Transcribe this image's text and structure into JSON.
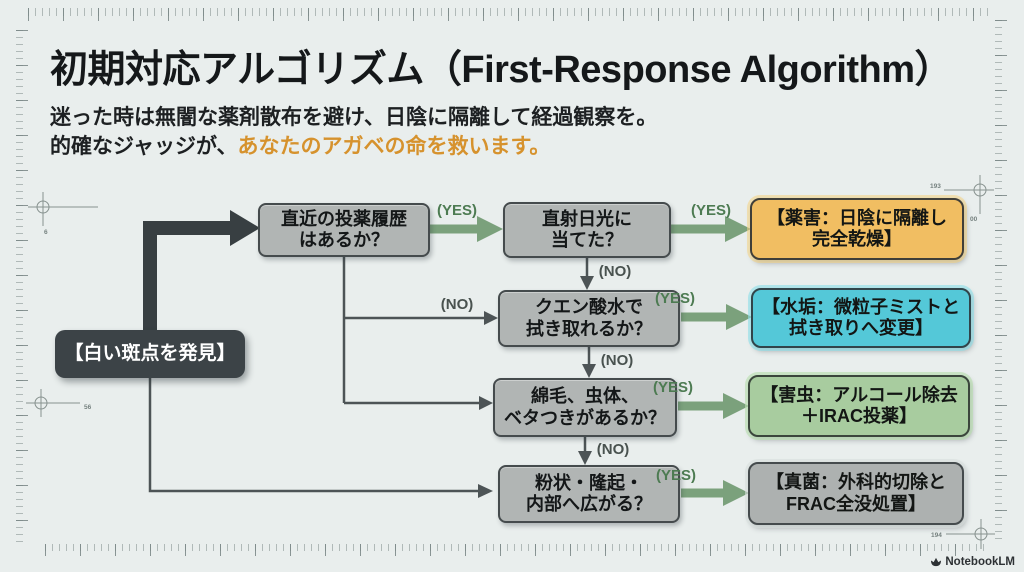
{
  "header": {
    "title": "初期対応アルゴリズム（First-Response Algorithm）",
    "subtitle_line1": "迷った時は無闇な薬剤散布を避け、日陰に隔離して経過観察を。",
    "subtitle_line2_prefix": "的確なジャッジが、",
    "subtitle_line2_highlight": "あなたのアガベの命を救います。"
  },
  "flowchart": {
    "start_label": "【白い斑点を発見】",
    "yes_label": "(YES)",
    "no_label": "(NO)",
    "questions": [
      {
        "line1": "直近の投薬履歴",
        "line2": "はあるか？"
      },
      {
        "line1": "直射日光に",
        "line2": "当てた？"
      },
      {
        "line1": "クエン酸水で",
        "line2": "拭き取れるか？"
      },
      {
        "line1": "綿毛、虫体、",
        "line2": "ベタつきがあるか？"
      },
      {
        "line1": "粉状・隆起・",
        "line2": "内部へ広がる？"
      }
    ],
    "results": [
      {
        "line1": "【薬害：日陰に隔離し",
        "line2": "完全乾燥】"
      },
      {
        "line1": "【水垢：微粒子ミストと",
        "line2": "拭き取りへ変更】"
      },
      {
        "line1": "【害虫：アルコール除去",
        "line2": "＋IRAC投薬】"
      },
      {
        "line1": "【真菌：外科的切除と",
        "line2": "FRAC全没処置】"
      }
    ]
  },
  "annotations": {
    "reg_marks": [
      "6",
      "56",
      "193",
      "00",
      "194"
    ]
  },
  "watermark": {
    "label": "NotebookLM"
  },
  "colors": {
    "background": "#e9eeed",
    "question_fill": "#b1b5b4",
    "start_fill": "#3c4347",
    "result_chemical_fill": "#f1be62",
    "result_water_fill": "#54c8d8",
    "result_pest_fill": "#a8cc9f",
    "result_fungus_fill": "#adb1b0",
    "arrow_green": "#7ba17c",
    "arrow_dark": "#4d5456",
    "yes_text": "#4d7b52",
    "no_text": "#49524f",
    "highlight_orange": "#d6922d"
  }
}
